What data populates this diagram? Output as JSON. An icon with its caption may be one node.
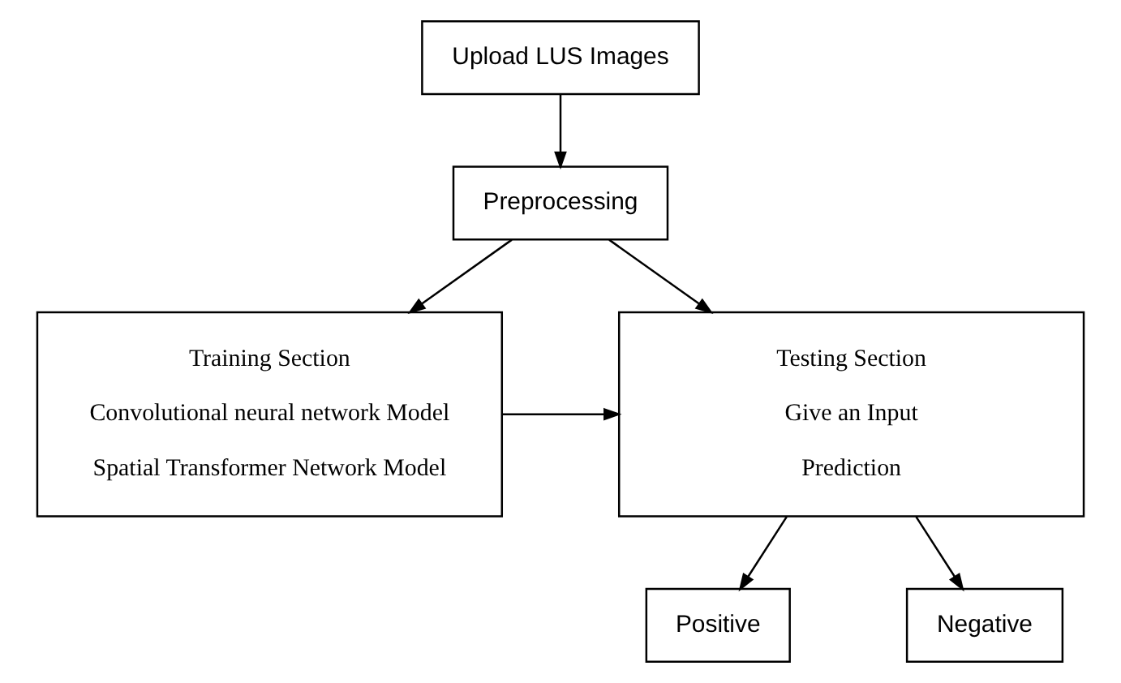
{
  "diagram": {
    "nodes": [
      {
        "text": [
          "Upload LUS Images"
        ]
      },
      {
        "text": [
          "Preprocessing"
        ]
      },
      {
        "text": [
          "Training Section",
          "Convolutional neural network Model",
          "Spatial Transformer Network Model"
        ]
      },
      {
        "text": [
          "Testing Section",
          "Give an Input",
          "Prediction"
        ]
      },
      {
        "text": [
          "Positive"
        ]
      },
      {
        "text": [
          "Negative"
        ]
      }
    ],
    "edges": [
      {
        "from": 0,
        "to": 1,
        "arrow": "to"
      },
      {
        "from": 1,
        "to": 2,
        "arrow": "to"
      },
      {
        "from": 1,
        "to": 3,
        "arrow": "to"
      },
      {
        "from": 2,
        "to": 3,
        "arrow": "to"
      },
      {
        "from": 3,
        "to": 4,
        "arrow": "to"
      },
      {
        "from": 3,
        "to": 5,
        "arrow": "to"
      }
    ]
  }
}
